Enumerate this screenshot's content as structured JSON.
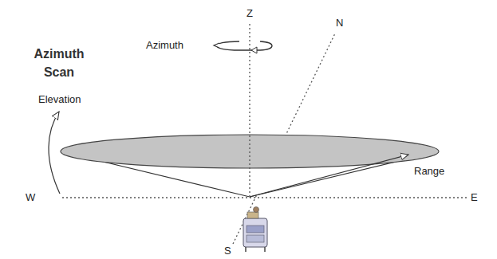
{
  "diagram": {
    "title": "Azimuth Scan",
    "labels": [
      "Azimuth",
      "Z",
      "N",
      "Elevation",
      "Range",
      "W",
      "E",
      "S"
    ]
  }
}
